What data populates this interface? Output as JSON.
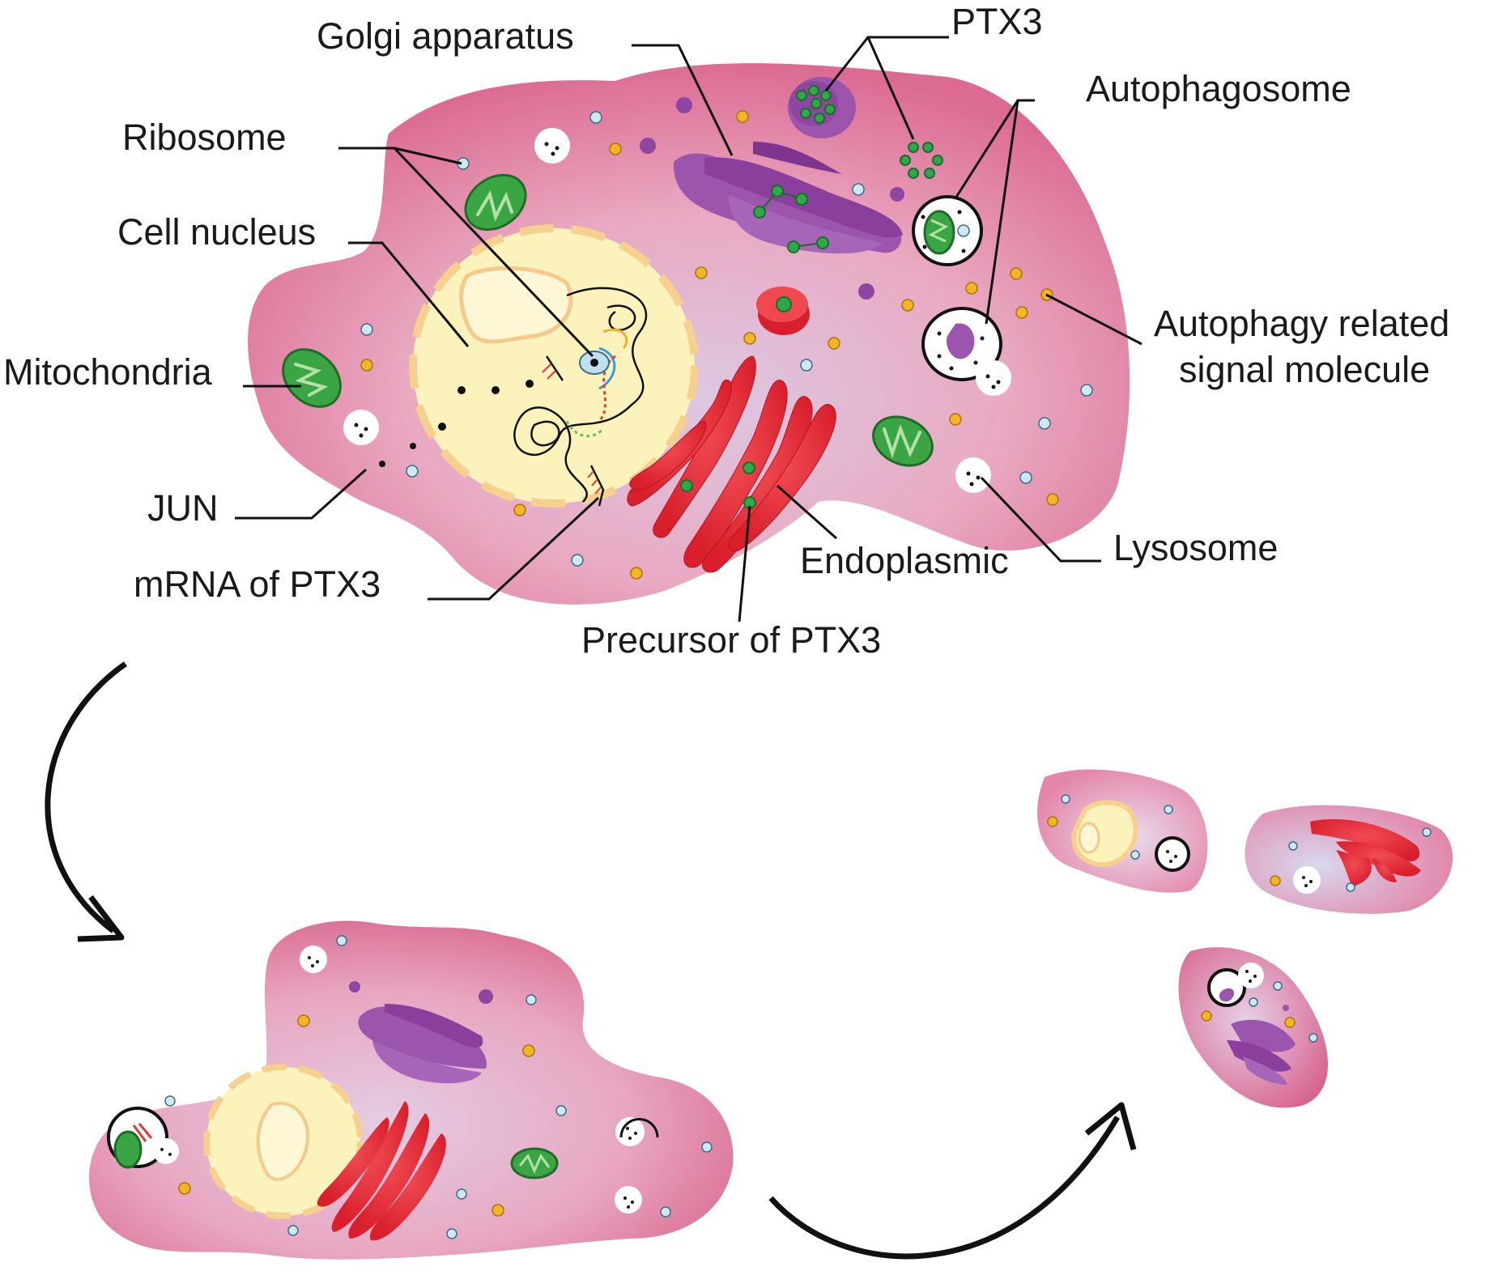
{
  "labels": {
    "golgi": "Golgi apparatus",
    "ptx3": "PTX3",
    "autophagosome": "Autophagosome",
    "ribosome": "Ribosome",
    "nucleus": "Cell nucleus",
    "mitochondria": "Mitochondria",
    "autophagy_line1": "Autophagy related",
    "autophagy_line2": "signal molecule",
    "jun": "JUN",
    "mrna": "mRNA of  PTX3",
    "endoplasmic": "Endoplasmic",
    "lysosome": "Lysosome",
    "precursor": "Precursor of  PTX3"
  },
  "colors": {
    "cytoplasm": "#e07a9e",
    "cytoplasm_light": "#ddc8e2",
    "nucleus": "#fbf3bb",
    "nuclear_pore": "#f7cf8e",
    "golgi": "#8e46a0",
    "er": "#e52630",
    "mitochondria": "#3aa643",
    "ptx3": "#2fa84a",
    "ribosome": "#cfe8ef",
    "signal": "#f4b524",
    "lysosome": "#ffffff"
  }
}
